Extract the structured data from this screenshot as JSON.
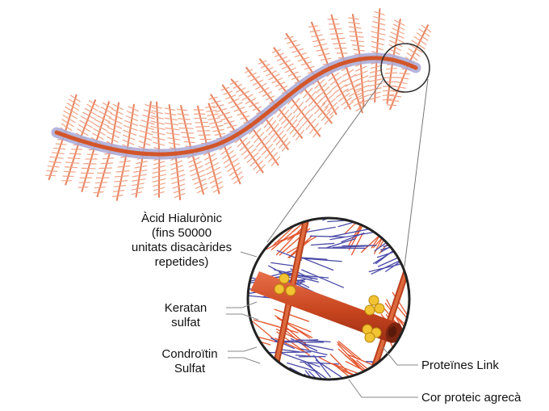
{
  "colors": {
    "background": "#ffffff",
    "core_protein": "#d2562a",
    "core_protein_dark": "#a8371a",
    "chains": "#e8825e",
    "chains_light": "#f0a286",
    "hyaluronic_band": "#a9a9d6",
    "keratan": "#e4572f",
    "chondroitin": "#4a4aa8",
    "link_protein": "#f2c332",
    "leader": "#7a7a7a"
  },
  "labels": {
    "hyaluronic": [
      "Àcid Hialurònic",
      "(fins 50000",
      "unitats disacàrides",
      "repetides)"
    ],
    "keratan": [
      "Keratan",
      "sulfat"
    ],
    "chondroitin": [
      "Condroïtin",
      "Sulfat"
    ],
    "link_proteins": "Proteïnes Link",
    "core_protein": "Cor proteic agrecà"
  }
}
